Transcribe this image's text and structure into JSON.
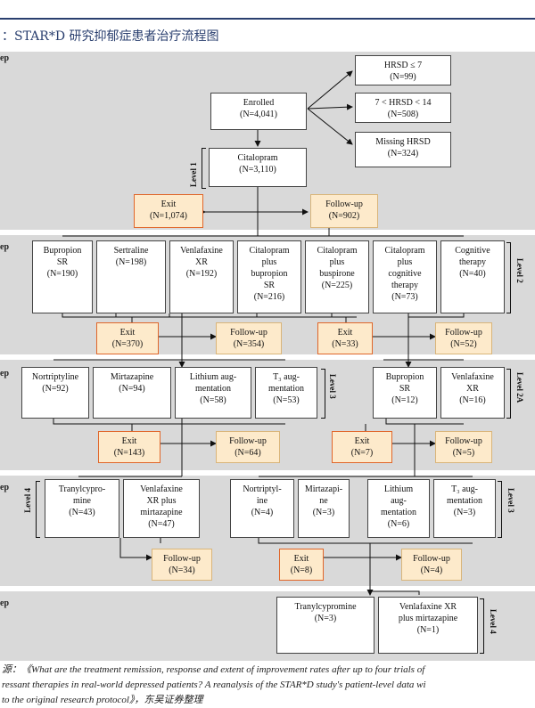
{
  "title": "：STAR*D 研究抑郁症患者治疗流程图",
  "step_labels": [
    "ep",
    "ep",
    "ep",
    "ep",
    "ep"
  ],
  "source_lines": [
    "源：《What are the treatment remission, response and extent of improvement rates after up to four trials of",
    "ressant therapies in real-world depressed patients? A reanalysis of the STAR*D study's patient-level data wi",
    "to the original research protocol》，东吴证券整理"
  ],
  "levels": {
    "l1": "Level 1",
    "l2": "Level 2",
    "l3a": "Level 3",
    "l2a": "Level 2A",
    "l4a": "Level 4",
    "l3b": "Level 3",
    "l4b": "Level 4"
  },
  "boxes": {
    "hrsd_le7": "HRSD ≤ 7\n(N=99)",
    "hrsd_mid": "7 < HRSD < 14\n(N=508)",
    "hrsd_missing": "Missing HRSD\n(N=324)",
    "enrolled": "Enrolled\n(N=4,041)",
    "citalopram": "Citalopram\n(N=3,110)",
    "exit1": "Exit\n(N=1,074)",
    "fu1": "Follow-up\n(N=902)",
    "bupropion_sr": "Bupropion\nSR\n(N=190)",
    "sertraline": "Sertraline\n(N=198)",
    "venlafaxine_xr": "Venlafaxine\nXR\n(N=192)",
    "cit_bup": "Citalopram\nplus\nbupropion\nSR\n(N=216)",
    "cit_bus": "Citalopram\nplus\nbuspirone\n(N=225)",
    "cit_cog": "Citalopram\nplus\ncognitive\ntherapy\n(N=73)",
    "cog": "Cognitive\ntherapy\n(N=40)",
    "exit2a": "Exit\n(N=370)",
    "fu2a": "Follow-up\n(N=354)",
    "exit2b": "Exit\n(N=33)",
    "fu2b": "Follow-up\n(N=52)",
    "nortrip": "Nortriptyline\n(N=92)",
    "mirtaz": "Mirtazapine\n(N=94)",
    "lithium": "Lithium aug-\nmentation\n(N=58)",
    "t3": "T₃ aug-\nmentation\n(N=53)",
    "bup2a": "Bupropion\nSR\n(N=12)",
    "ven2a": "Venlafaxine\nXR\n(N=16)",
    "exit3a": "Exit\n(N=143)",
    "fu3a": "Follow-up\n(N=64)",
    "exit3b": "Exit\n(N=7)",
    "fu3b": "Follow-up\n(N=5)",
    "tranyl4": "Tranylcypro-\nmine\n(N=43)",
    "venmirt4": "Venlafaxine\nXR plus\nmirtazapine\n(N=47)",
    "nortrip3": "Nortriptyl-\nine\n(N=4)",
    "mirtaz3": "Mirtazapi-\nne\n(N=3)",
    "lithium3": "Lithium\naug-\nmentation\n(N=6)",
    "t3_3": "T₃ aug-\nmentation\n(N=3)",
    "fu4a": "Follow-up\n(N=34)",
    "exit4b": "Exit\n(N=8)",
    "fu4b": "Follow-up\n(N=4)",
    "tranyl_final": "Tranylcypromine\n(N=3)",
    "venmirt_final": "Venlafaxine XR\nplus mirtazapine\n(N=1)"
  }
}
